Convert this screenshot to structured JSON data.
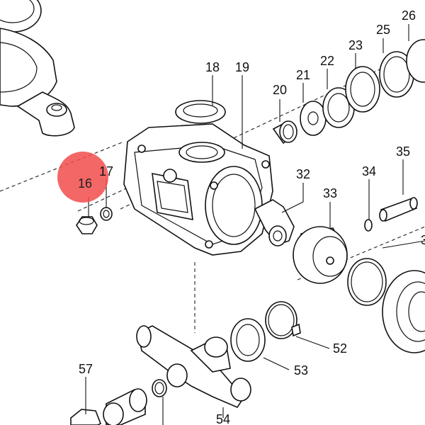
{
  "highlight_color": "#f24c4c",
  "callouts": {
    "c16": "16",
    "c17": "17",
    "c18": "18",
    "c19": "19",
    "c20": "20",
    "c21": "21",
    "c22": "22",
    "c23": "23",
    "c25": "25",
    "c26": "26",
    "c32": "32",
    "c33": "33",
    "c34": "34",
    "c35": "35",
    "c3x": "3",
    "c52": "52",
    "c53": "53",
    "c54": "54",
    "c57": "57"
  },
  "highlighted_callout": "16"
}
